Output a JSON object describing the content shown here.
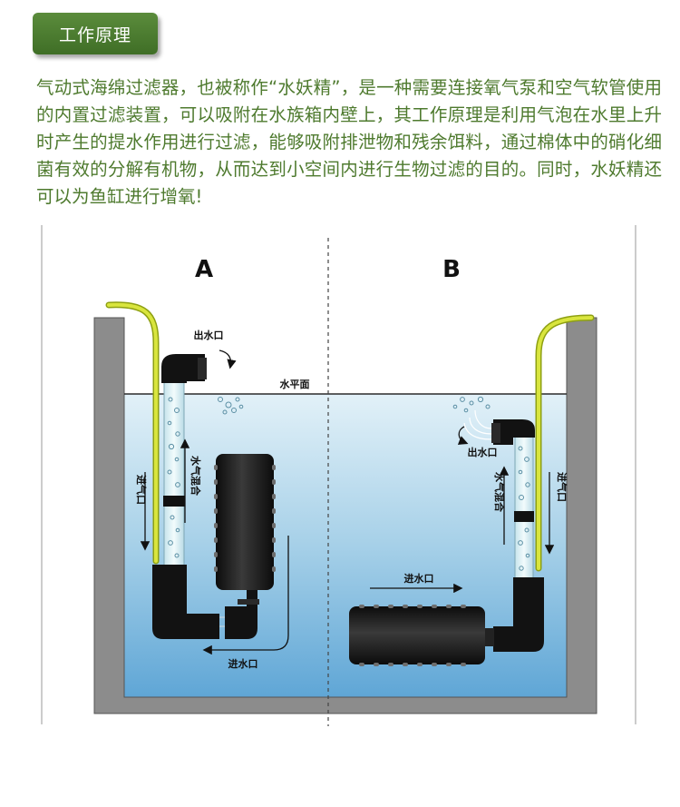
{
  "header": {
    "title": "工作原理"
  },
  "description": "气动式海绵过滤器，也被称作“水妖精”，是一种需要连接氧气泵和空气软管使用的内置过滤装置，可以吸附在水族箱内壁上，其工作原理是利用气泡在水里上升时产生的提水作用进行过滤，能够吸附排泄物和残余饵料，通过棉体中的硝化细菌有效的分解有机物，从而达到小空间内进行生物过滤的目的。同时，水妖精还可以为鱼缸进行增氧!",
  "diagram": {
    "panel_a": {
      "label": "A",
      "outlet": "出水口",
      "inlet": "进水口",
      "water_air_mix": "水气混合",
      "air_inlet": "进气口"
    },
    "panel_b": {
      "label": "B",
      "outlet": "出水口",
      "inlet": "进水口",
      "water_air_mix": "水气混合",
      "air_inlet": "进气口"
    },
    "water_level": "水平面",
    "colors": {
      "water_top": "#d8ecf5",
      "water_bottom": "#6fb0d8",
      "tank_wall": "#8c8c8c",
      "tube": "#e8f6f8",
      "air_hose": "#c8d63a",
      "body": "#1a1a1a",
      "brand_green": "#4e7a2e"
    }
  }
}
